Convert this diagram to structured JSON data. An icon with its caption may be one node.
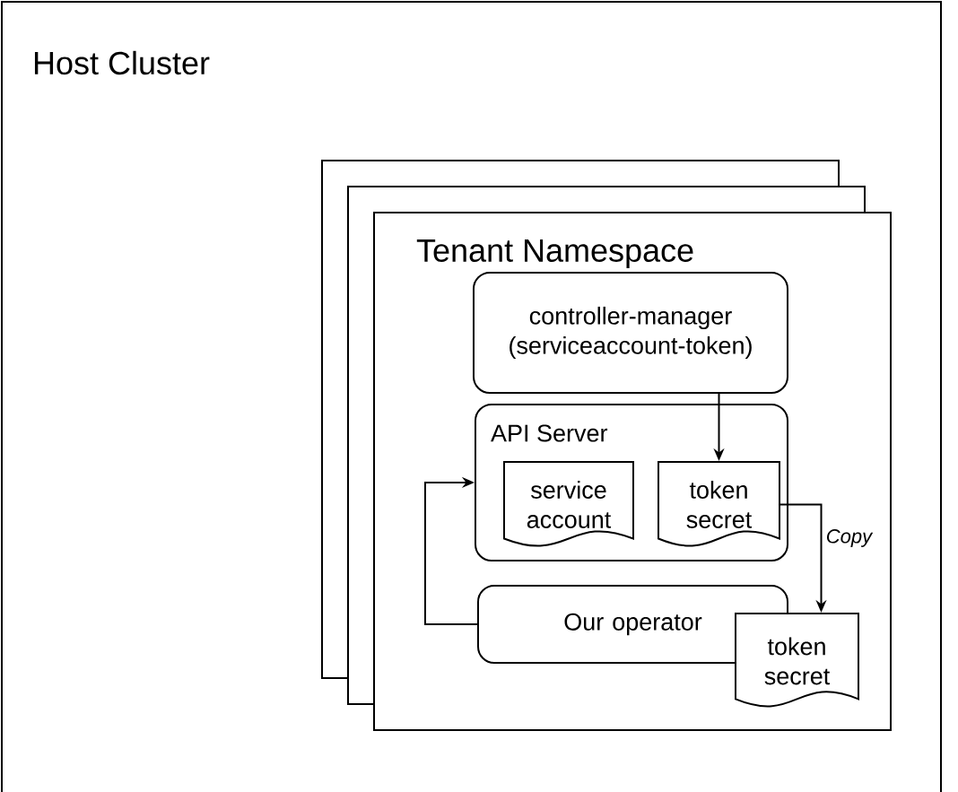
{
  "diagram": {
    "nodes": [
      {
        "text": [
          "Host Cluster"
        ]
      },
      {
        "text": [
          "Tenant Namespace"
        ],
        "in": 0
      },
      {
        "text": [
          "controller-manager (serviceaccount-token)"
        ],
        "in": 1
      },
      {
        "text": [
          "API Server"
        ],
        "in": 1
      },
      {
        "text": [
          "service account"
        ],
        "in": 3
      },
      {
        "text": [
          "token secret"
        ],
        "in": 3
      },
      {
        "text": [
          "Our operator"
        ],
        "in": 1
      },
      {
        "text": [
          "token secret"
        ],
        "in": 1
      }
    ],
    "edges": [
      {
        "from": 2,
        "to": 5,
        "arrow": "to"
      },
      {
        "from": 5,
        "to": 7,
        "arrow": "to",
        "label": "*Copy*"
      },
      {
        "from": 6,
        "to": 3,
        "arrow": "to"
      }
    ]
  }
}
